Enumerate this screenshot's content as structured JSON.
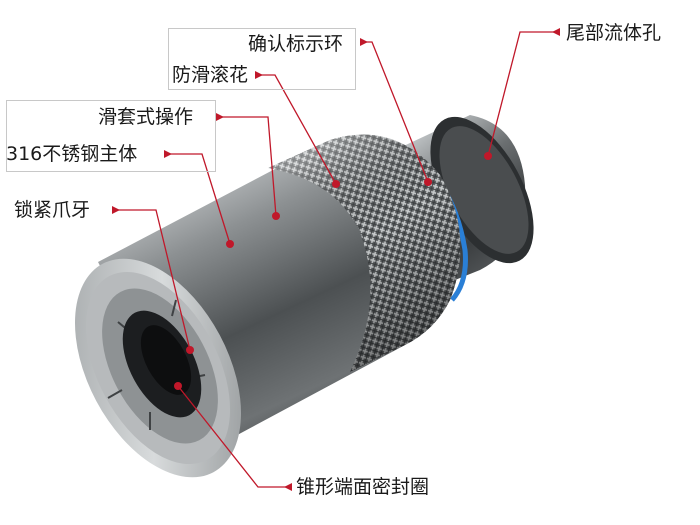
{
  "labels": {
    "confirm_ring": "确认标示环",
    "anti_slip_knurl": "防滑滚花",
    "tail_fluid_hole": "尾部流体孔",
    "sliding_sleeve": "滑套式操作",
    "main_body": "316不锈钢主体",
    "locking_jaw": "锁紧爪牙",
    "cone_seal": "锥形端面密封圈"
  },
  "colors": {
    "leader_line": "#c0182a",
    "confirm_ring": "#2a7fd6"
  }
}
